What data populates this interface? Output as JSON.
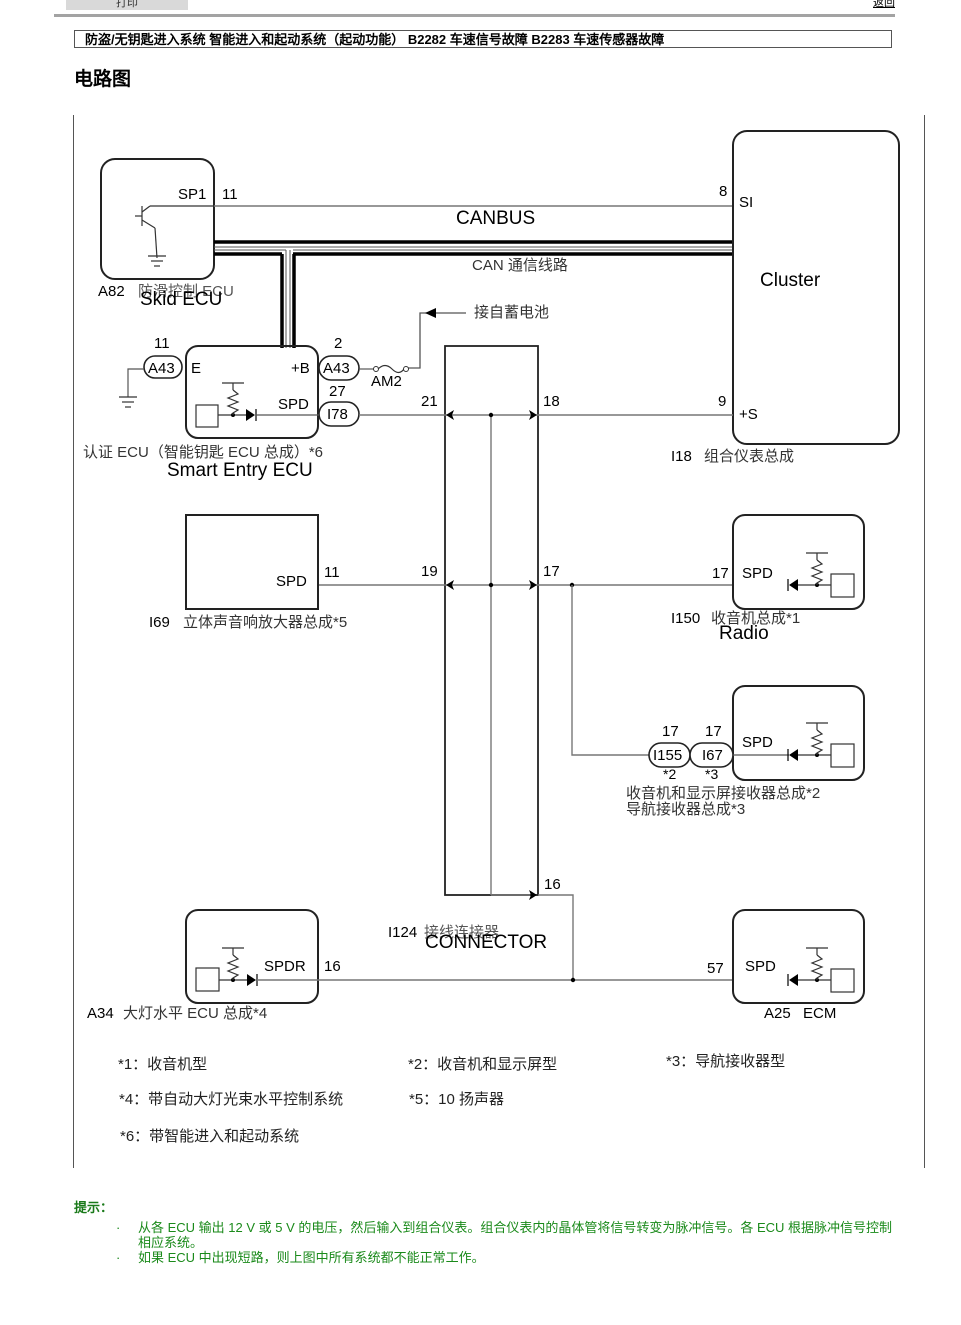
{
  "toolbar": {
    "print_label": "打印",
    "right_link": "返回"
  },
  "header": {
    "title": "防盗/无钥匙进入系统  智能进入和起动系统（起动功能） B2282  车速信号故障  B2283  车速传感器故障"
  },
  "section": {
    "title": "电路图"
  },
  "diagram": {
    "bus_labels": {
      "canbus_en": "CANBUS",
      "can_cn": "CAN 通信线路",
      "battery": "接自蓄电池"
    },
    "skid_ecu": {
      "code": "A82",
      "name_cn": "防滑控制 ECU",
      "name_en": "Skid ECU",
      "pin_name": "SP1",
      "pin_no": "11"
    },
    "cluster": {
      "code": "I18",
      "name_cn": "组合仪表总成",
      "name_en": "Cluster",
      "pins": [
        {
          "no": "8",
          "name": "SI"
        },
        {
          "no": "9",
          "name": "+S"
        }
      ]
    },
    "smart_entry_ecu": {
      "name_cn": "认证 ECU（智能钥匙 ECU 总成）*6",
      "name_en": "Smart Entry ECU",
      "ground_pin": {
        "no": "11",
        "connector": "A43",
        "name": "E"
      },
      "power_pin": {
        "no": "2",
        "connector": "A43",
        "name": "+B"
      },
      "spd_pin": {
        "no": "27",
        "connector": "I78",
        "name": "SPD"
      },
      "fuse": "AM2"
    },
    "junction": {
      "code": "I124",
      "name_cn": "接线连接器",
      "name_en": "CONNECTOR",
      "pins": [
        "21",
        "18",
        "19",
        "17",
        "16"
      ]
    },
    "amplifier": {
      "code": "I69",
      "name_cn": "立体声音响放大器总成*5",
      "pin_name": "SPD",
      "pin_no": "11"
    },
    "radio": {
      "code": "I150",
      "name_cn": "收音机总成*1",
      "name_en": "Radio",
      "pin_name": "SPD",
      "pin_no": "17"
    },
    "receiver": {
      "name_cn_1": "收音机和显示屏接收器总成*2",
      "name_cn_2": "导航接收器总成*3",
      "pin_name": "SPD",
      "connectors": [
        {
          "no": "17",
          "code": "I155",
          "note": "*2"
        },
        {
          "no": "17",
          "code": "I67",
          "note": "*3"
        }
      ]
    },
    "headlight_ecu": {
      "code": "A34",
      "name_cn": "大灯水平 ECU 总成*4",
      "pin_name": "SPDR",
      "pin_no": "16"
    },
    "ecm": {
      "code": "A25",
      "name": "ECM",
      "pin_name": "SPD",
      "pin_no": "57"
    },
    "footnotes": [
      "*1：收音机型",
      "*2：收音机和显示屏型",
      "*3：导航接收器型",
      "*4：带自动大灯光束水平控制系统",
      "*5：10 扬声器",
      "*6：带智能进入和起动系统"
    ]
  },
  "hints": {
    "title": "提示：",
    "items": [
      "从各 ECU 输出 12 V 或 5 V 的电压，然后输入到组合仪表。组合仪表内的晶体管将信号转变为脉冲信号。各 ECU 根据脉冲信号控制相应系统。",
      "如果 ECU 中出现短路，则上图中所有系统都不能正常工作。"
    ]
  }
}
